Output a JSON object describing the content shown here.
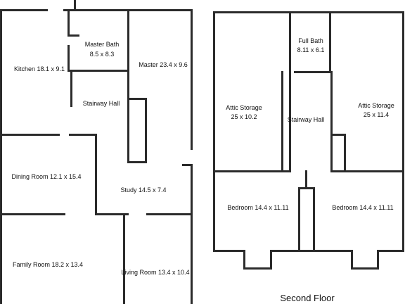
{
  "plan": {
    "wall_color": "#2b2b2b",
    "first_floor": {
      "rooms": {
        "kitchen": {
          "name": "Kitchen",
          "dims": "18.1 x 9.1"
        },
        "master_bath": {
          "name": "Master Bath",
          "dims": "8.5 x 8.3"
        },
        "master": {
          "name": "Master",
          "dims": "23.4 x 9.6"
        },
        "stairway_hall": {
          "name": "Stairway Hall"
        },
        "dining_room": {
          "name": "Dining Room",
          "dims": "12.1 x 15.4"
        },
        "study": {
          "name": "Study",
          "dims": "14.5 x 7.4"
        },
        "family_room": {
          "name": "Family Room",
          "dims": "18.2 x 13.4"
        },
        "living_room": {
          "name": "Living Room",
          "dims": "13.4 x 10.4"
        }
      }
    },
    "second_floor": {
      "caption": "Second Floor",
      "rooms": {
        "attic_left": {
          "name": "Attic Storage",
          "dims": "25 x 10.2"
        },
        "full_bath": {
          "name": "Full Bath",
          "dims": "8.11 x 6.1"
        },
        "stairway_hall": {
          "name": "Stairway Hall"
        },
        "attic_right": {
          "name": "Attic Storage",
          "dims": "25 x 11.4"
        },
        "bedroom_left": {
          "name": "Bedroom",
          "dims": "14.4 x 11.11"
        },
        "bedroom_right": {
          "name": "Bedroom",
          "dims": "14.4 x 11.11"
        }
      }
    }
  }
}
